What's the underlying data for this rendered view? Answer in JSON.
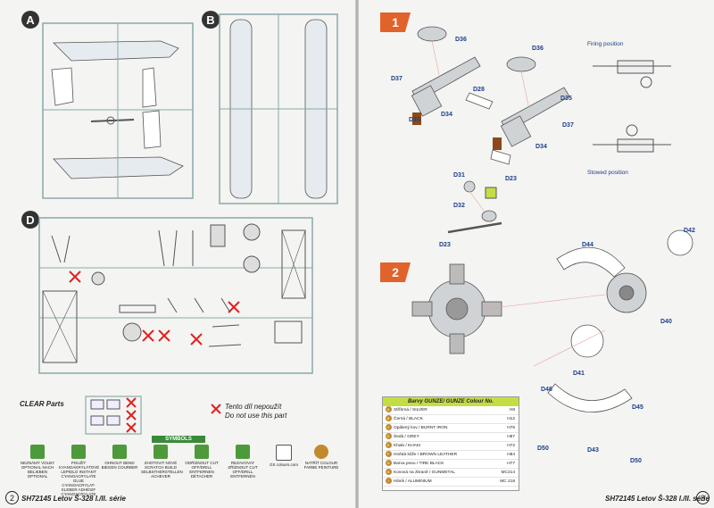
{
  "left_page": {
    "sections": [
      "A",
      "B",
      "D"
    ],
    "clear_parts_title": "CLEAR Parts",
    "do_not_use_cz": "Tento díl nepoužít",
    "do_not_use_en": "Do not use this part",
    "symbols_header": "SYMBOLS",
    "symbols": [
      {
        "label": "NEZNÁMÝ VOLBY OPTIONAL NACH BELIEBEN OPTIONAL",
        "icon": "question-icon"
      },
      {
        "label": "POUŽÍT KYANOAKRYLÁTOVÉ LEPIDLO INSTANT CYANOACRYLATE GLUE CYANOACRYLAT-KLEBER ADHÉSIF CYANOACRYLATE",
        "icon": "glue-drop-icon"
      },
      {
        "label": "OHNOUT BEND BIEGEN COURBER",
        "icon": "bend-icon"
      },
      {
        "label": "ZHOTOVIT NOVÉ SCRATCH BUILD SELBSTHERSTELLEN ACHEVER",
        "icon": "scratch-build-icon"
      },
      {
        "label": "ODŘÍZNOUT CUT OFF/DRILL ENTFERNEN DÉTACHER",
        "icon": "cut-icon"
      },
      {
        "label": "REZAVOVAT ZŘÍZNOUT CUT OFF/DRILL ENTFERNEN",
        "icon": "drill-icon"
      },
      {
        "label": "GS colours.com",
        "icon": "gs-logo-icon"
      },
      {
        "label": "NATŘÍT COLOUR FARBE PEINTURE",
        "icon": "paint-icon"
      }
    ],
    "footer": "SH72145 Letov Š-328 I./II. série",
    "page_number": "2"
  },
  "right_page": {
    "steps": [
      "1",
      "2"
    ],
    "firing_position": "Firing position",
    "stowed_position": "Stowed position",
    "part_labels": [
      "D36",
      "D36",
      "D37",
      "D28",
      "D35",
      "D34",
      "D35",
      "D34",
      "D37",
      "D23",
      "D31",
      "D32",
      "D23",
      "D44",
      "D42",
      "D40",
      "D41",
      "D46",
      "D45",
      "D50",
      "D43",
      "D50"
    ],
    "color_table_title": "Barvy GUNZE/ GUNZE Colour No.",
    "colors": [
      {
        "letter": "A",
        "name": "Stříbrná / SILVER",
        "code": "H8"
      },
      {
        "letter": "B",
        "name": "Černá / BLACK",
        "code": "H12"
      },
      {
        "letter": "C",
        "name": "Opálený kov / BURNT IRON",
        "code": "H76"
      },
      {
        "letter": "D",
        "name": "Šedá / GREY",
        "code": "H57"
      },
      {
        "letter": "E",
        "name": "Khaki / KHAKI",
        "code": "H72"
      },
      {
        "letter": "F",
        "name": "Hnědá kůže / BROWN LEATHER",
        "code": "H84"
      },
      {
        "letter": "G",
        "name": "Barva pneu / TIRE BLACK",
        "code": "H77"
      },
      {
        "letter": "H",
        "name": "Kovová na zbraně / GUNMETAL",
        "code": "MC214"
      },
      {
        "letter": "I",
        "name": "Hliník / ALUMINIUM",
        "code": "MC 218"
      }
    ],
    "footer": "SH72145 Letov Š-328 I./II. série",
    "page_number": "3"
  },
  "colors_meta": {
    "step_orange": "#e2622b",
    "part_blue": "#1c3f8a",
    "table_head_green": "#c5dd45",
    "symbols_green": "#4d9a3a"
  }
}
